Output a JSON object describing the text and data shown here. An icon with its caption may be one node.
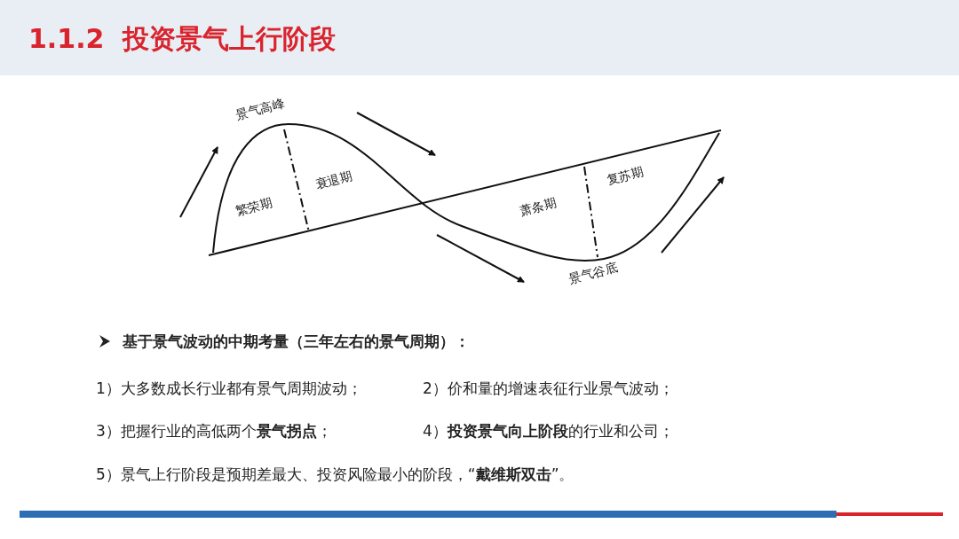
{
  "diagram": {
    "title": "1.1.2  投资景气上行阶段",
    "labels": [
      "景气高峰",
      "衰退期",
      "复苏期",
      "繁荣期",
      "萧条期",
      "景气谷底",
      "基于景气波动的中期考量（三年左右的景气周期）：",
      "1）大多数成长行业都有景气周期波动；",
      "2）价和量的增速表征行业景气波动；",
      "3）把握行业的高低两个**景气拐点**；",
      "4）**投资景气向上阶段**的行业和公司；",
      "5）景气上行阶段是预期差最大、投资风险最小的阶段，“**戴维斯双击**”。"
    ]
  }
}
